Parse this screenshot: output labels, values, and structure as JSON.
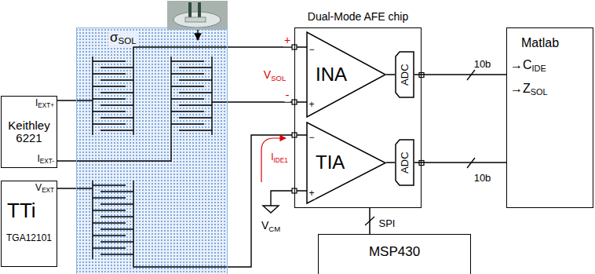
{
  "diagram": {
    "nodes": [
      {
        "text": [
          "IEXT+",
          "Keithley 6221",
          "IEXT-"
        ]
      },
      {
        "text": [
          "VEXT",
          "TTi",
          "TGA12101"
        ]
      },
      {
        "text": [
          "σSOL"
        ]
      },
      {
        "text": [
          "Dual-Mode AFE chip"
        ]
      },
      {
        "text": [
          "INA"
        ],
        "in": 3
      },
      {
        "text": [
          "ADC"
        ],
        "in": 3
      },
      {
        "text": [
          "TIA"
        ],
        "in": 3
      },
      {
        "text": [
          "ADC"
        ],
        "in": 3
      },
      {
        "text": [
          "Matlab",
          "→CIDE",
          "→ZSOL"
        ]
      },
      {
        "text": [
          "MSP430"
        ]
      }
    ],
    "edges": [
      {
        "from": 4,
        "to": 5,
        "arrow": "none"
      },
      {
        "from": 6,
        "to": 7,
        "arrow": "none"
      },
      {
        "from": 5,
        "to": 8,
        "label": "10b",
        "arrow": "none"
      },
      {
        "from": 7,
        "to": 8,
        "label": "10b",
        "arrow": "none"
      },
      {
        "from": 3,
        "to": 9,
        "label": "SPI",
        "arrow": "none"
      }
    ],
    "labels": [
      "+",
      "VSOL",
      "-",
      "−",
      "+",
      "−",
      "+",
      "IIDE1",
      "VCM"
    ]
  }
}
